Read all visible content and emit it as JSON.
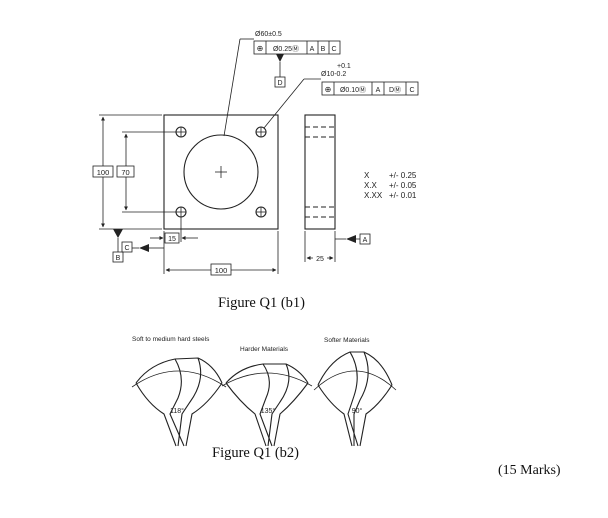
{
  "figure1": {
    "caption": "Figure Q1 (b1)",
    "large_hole": {
      "size": "Ø60±0.5",
      "fcf": {
        "symbol": "⊕",
        "tolerance": "Ø0.25Ⓜ",
        "datums": [
          "A",
          "B",
          "C"
        ]
      },
      "datum_label": "D"
    },
    "small_holes": {
      "size_upper": "+0.1",
      "size_main": "Ø10-0.2",
      "fcf": {
        "symbol": "⊕",
        "tolerance": "Ø0.10Ⓜ",
        "datums": [
          "A",
          "DⓂ",
          "C"
        ]
      }
    },
    "dims": {
      "height": "100",
      "hole_spacing_v": "70",
      "offset": "15",
      "width": "100",
      "thickness": "25"
    },
    "datums": {
      "bottom": "B",
      "left": "C",
      "right": "A"
    },
    "tolerance_table": [
      {
        "places": "X",
        "tol": "+/- 0.25"
      },
      {
        "places": "X.X",
        "tol": "+/- 0.05"
      },
      {
        "places": "X.XX",
        "tol": "+/- 0.01"
      }
    ]
  },
  "figure2": {
    "caption": "Figure Q1 (b2)",
    "drills": [
      {
        "label": "Soft to medium hard steels",
        "angle": "118°"
      },
      {
        "label": "Harder Materials",
        "angle": "135°"
      },
      {
        "label": "Softer Materials",
        "angle": "90°"
      }
    ]
  },
  "marks": "(15 Marks)"
}
